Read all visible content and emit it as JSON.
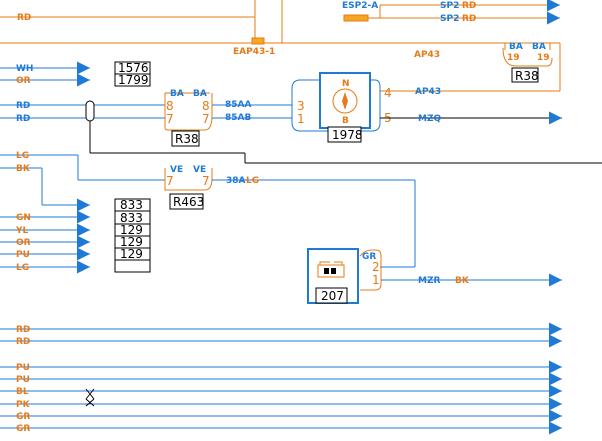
{
  "colors": {
    "orange": "#e67a17",
    "blue": "#1f7ad6",
    "black": "#000000"
  },
  "left_wires": [
    "RD",
    "WH",
    "OR",
    "RD",
    "RD",
    "LG",
    "BK",
    "GN",
    "YL",
    "OR",
    "PU",
    "LG",
    "RD",
    "RD",
    "PU",
    "PU",
    "BL",
    "PK",
    "GR",
    "GR"
  ],
  "top": {
    "rd": "RD",
    "esp_label": "ESP2-A",
    "sp2_a": "SP2",
    "sp2_b": "SP2",
    "rd_a": "RD",
    "rd_b": "RD",
    "eap_label": "EAP43-1",
    "ap43_top": "AP43",
    "ap43_mid": "AP43"
  },
  "conn_top": {
    "code": "R38",
    "ba_a": "BA",
    "ba_b": "BA",
    "p_a": "19",
    "p_b": "19"
  },
  "conn_mid": {
    "code": "R38",
    "ba_a": "BA",
    "ba_b": "BA",
    "p1": "8",
    "p2": "7",
    "p3": "8",
    "p4": "7",
    "w1": "85AA",
    "w2": "85AB"
  },
  "conn_ve": {
    "code": "R463",
    "ve_a": "VE",
    "ve_b": "VE",
    "p_a": "7",
    "p_b": "7",
    "wire": "38A",
    "color": "LG"
  },
  "refs_a": [
    "1576",
    "1799"
  ],
  "refs_b": [
    "833",
    "833",
    "129",
    "129",
    "129"
  ],
  "comp_1978": {
    "code": "1978",
    "p3": "3",
    "p1": "1",
    "p4": "4",
    "p5": "5",
    "wire_out": "MZQ",
    "n": "N",
    "s": "B"
  },
  "comp_207": {
    "code": "207",
    "gr": "GR",
    "p2": "2",
    "p1": "1",
    "wire": "MZR",
    "color": "BK"
  }
}
